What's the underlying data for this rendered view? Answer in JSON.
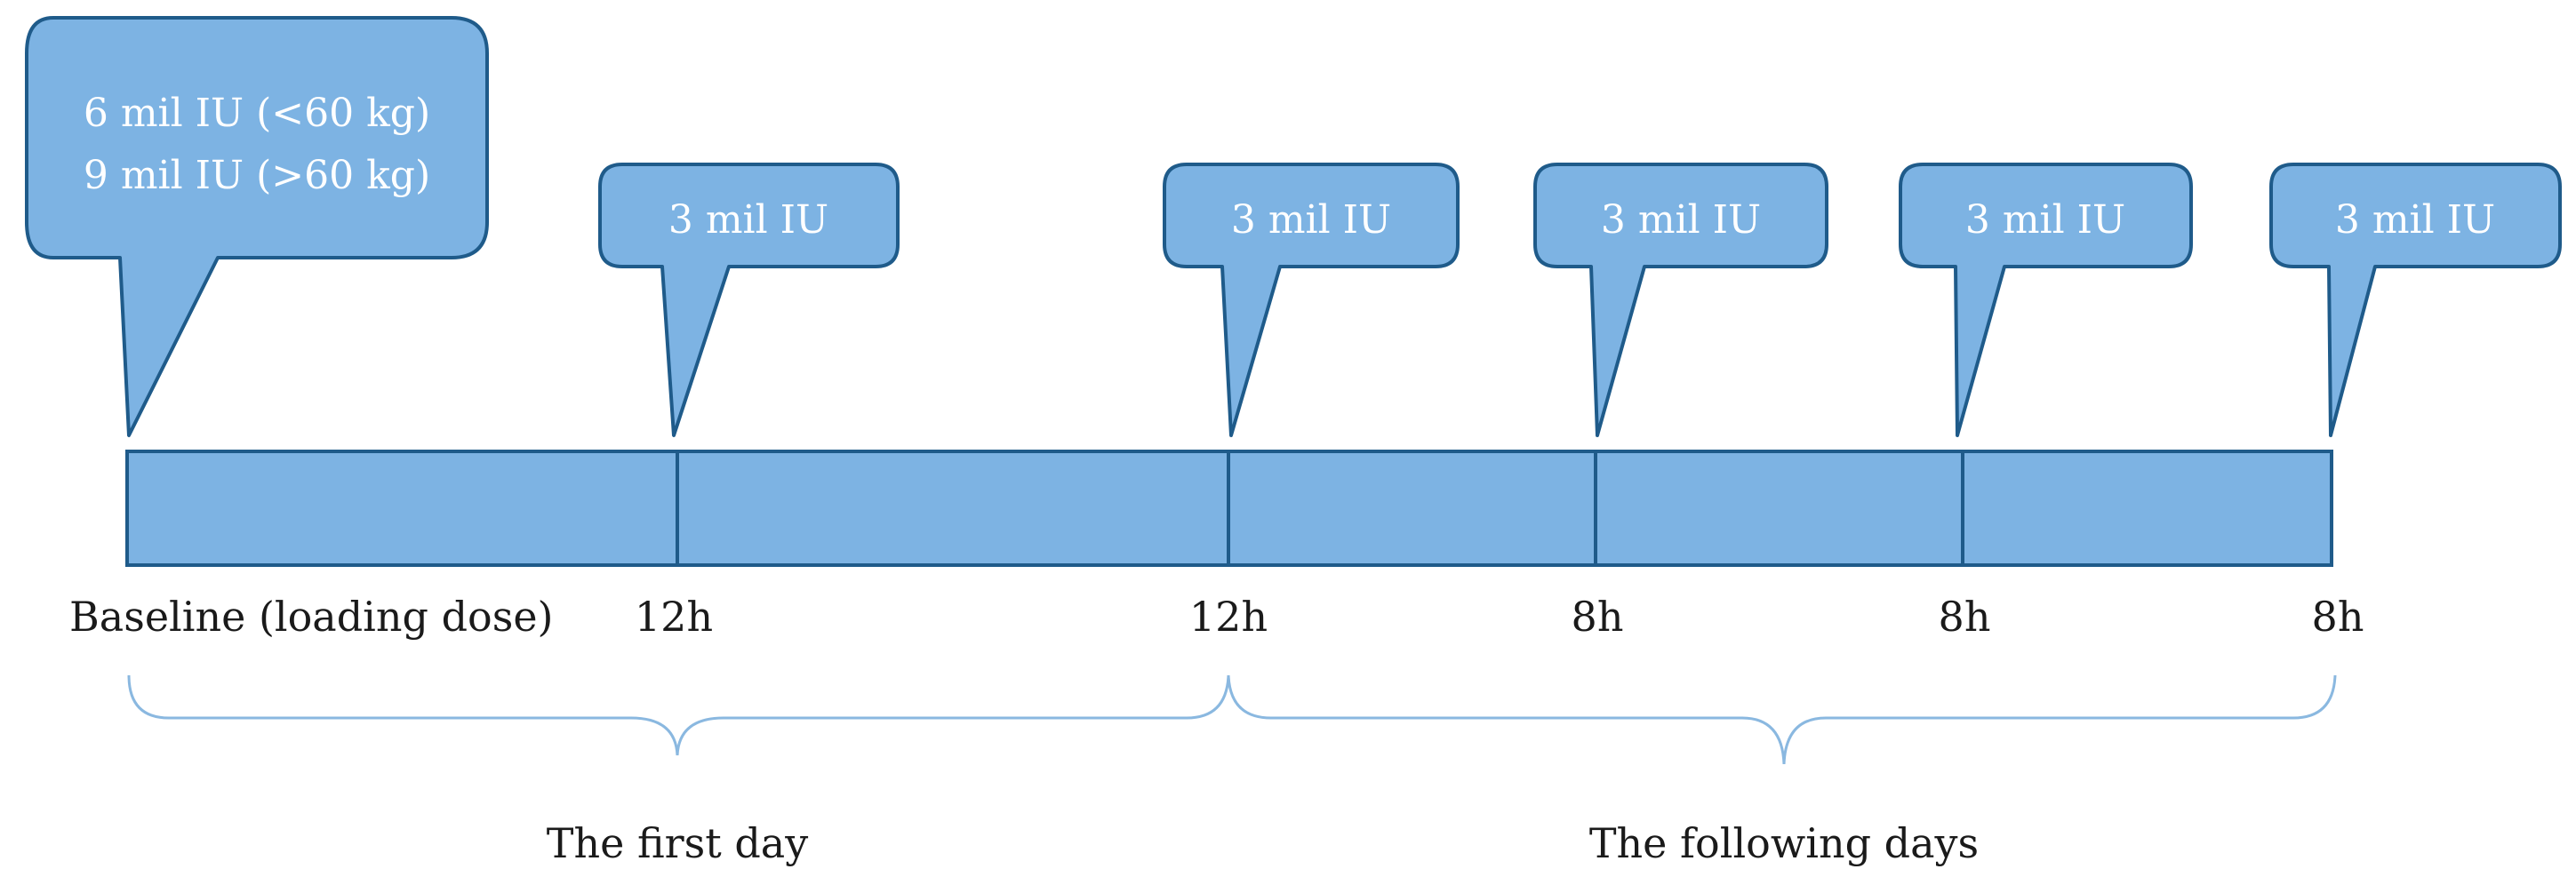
{
  "colors": {
    "callout_fill": "#7db3e3",
    "callout_stroke": "#1f5b8a",
    "text_dark": "#1a1a1a",
    "brace": "#8ab8e0"
  },
  "loading_dose": {
    "line1": "6 mil IU (<60 kg)",
    "line2": "9 mil IU (>60 kg)"
  },
  "doses": [
    {
      "label": "3 mil IU"
    },
    {
      "label": "3 mil IU"
    },
    {
      "label": "3 mil IU"
    },
    {
      "label": "3 mil IU"
    },
    {
      "label": "3 mil IU"
    }
  ],
  "time_labels": [
    "Baseline (loading dose)",
    "12h",
    "12h",
    "8h",
    "8h",
    "8h"
  ],
  "phases": [
    {
      "label": "The first day"
    },
    {
      "label": "The following days"
    }
  ]
}
